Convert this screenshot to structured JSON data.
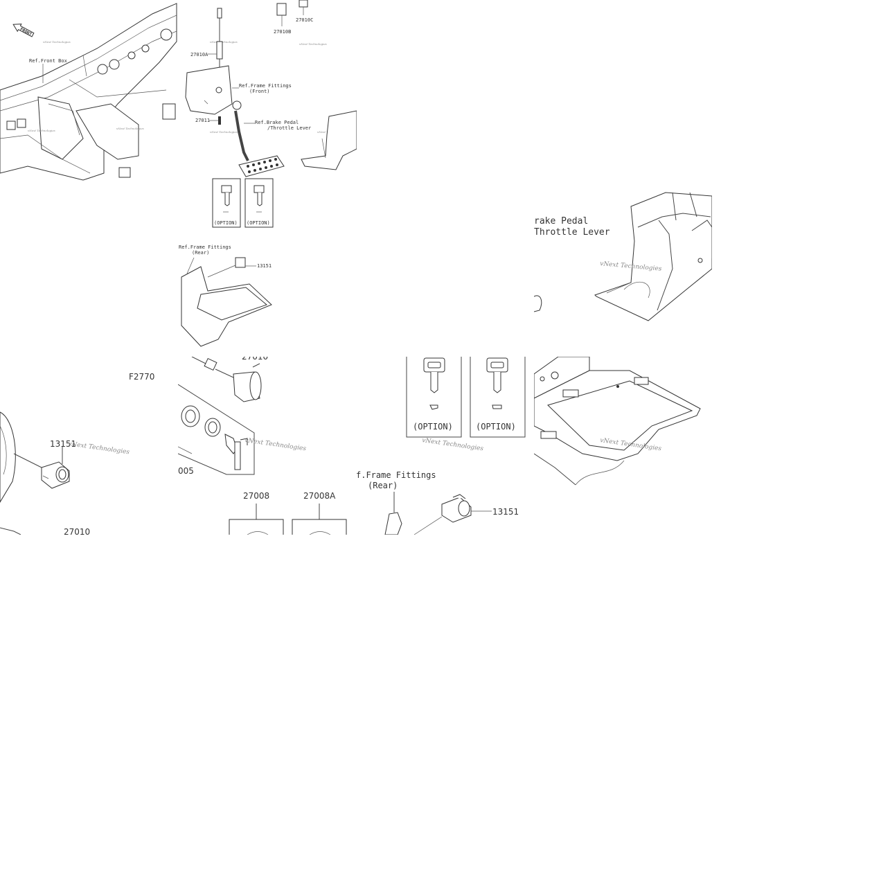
{
  "tiles": {
    "overview": {
      "front_arrow": "FRONT",
      "labels": {
        "ref_front_box": "Ref.Front Box",
        "p27010A": "27010A",
        "p27010B": "27010B",
        "p27010C": "27010C",
        "ref_frame_front_1": "Ref.Frame Fittings",
        "ref_frame_front_2": "(Front)",
        "p27011": "27011",
        "ref_brake_1": "Ref.Brake Pedal",
        "ref_brake_2": "/Throttle Lever",
        "option_1": "(OPTION)",
        "option_2": "(OPTION)",
        "ref_frame_rear_1": "Ref.Frame Fittings",
        "ref_frame_rear_2": "(Rear)",
        "p13151": "13151"
      },
      "watermark": "vNext Technologies"
    },
    "brake_zoom": {
      "line1": "rake Pedal",
      "line2": "Throttle Lever",
      "watermark": "vNext Technologies"
    },
    "left_zoom": {
      "fig_code": "F2770",
      "part": "13151",
      "part_bottom": "27010",
      "watermark": "vNext Technologies"
    },
    "ignition_zoom": {
      "part_top": "27010",
      "part_left": "005",
      "watermark": "vNext Technologies"
    },
    "keys_zoom": {
      "option_1": "(OPTION)",
      "option_2": "(OPTION)",
      "watermark": "vNext Technologies"
    },
    "tray_zoom": {
      "watermark": "vNext Technologies"
    },
    "rear_zoom": {
      "p27008": "27008",
      "p27008A": "27008A",
      "ref_rear_1": "f.Frame Fittings",
      "ref_rear_2": "(Rear)",
      "p13151": "13151"
    }
  }
}
